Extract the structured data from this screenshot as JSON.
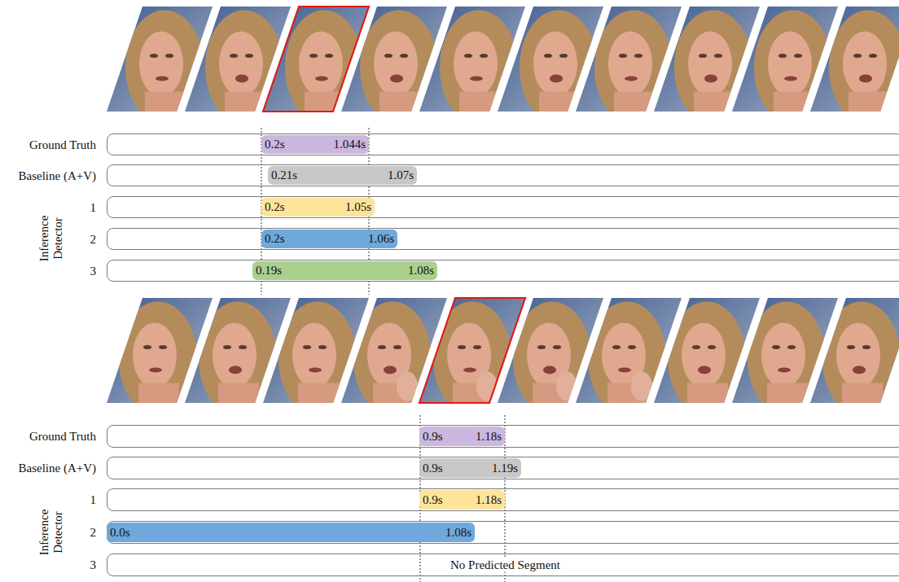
{
  "diagram": {
    "nodes": [
      {
        "text": [
          "Ground Truth"
        ]
      },
      {
        "text": [
          "0.2s",
          "1.044s"
        ],
        "in": 0
      },
      {
        "text": [
          "Baseline (A+V)"
        ]
      },
      {
        "text": [
          "0.21s",
          "1.07s"
        ],
        "in": 2
      },
      {
        "text": [
          "1"
        ]
      },
      {
        "text": [
          "0.2s",
          "1.05s"
        ],
        "in": 4
      },
      {
        "text": [
          "2"
        ]
      },
      {
        "text": [
          "0.2s",
          "1.06s"
        ],
        "in": 6
      },
      {
        "text": [
          "3"
        ]
      },
      {
        "text": [
          "0.19s",
          "1.08s"
        ],
        "in": 8
      },
      {
        "text": [
          "Ground Truth"
        ]
      },
      {
        "text": [
          "0.9s",
          "1.18s"
        ],
        "in": 10
      },
      {
        "text": [
          "Baseline (A+V)"
        ]
      },
      {
        "text": [
          "0.9s",
          "1.19s"
        ],
        "in": 12
      },
      {
        "text": [
          "1"
        ]
      },
      {
        "text": [
          "0.9s",
          "1.18s"
        ],
        "in": 14
      },
      {
        "text": [
          "2"
        ]
      },
      {
        "text": [
          "0.0s",
          "1.08s"
        ],
        "in": 16
      },
      {
        "text": [
          "3",
          "No Predicted Segment"
        ]
      }
    ],
    "labels": [
      "Inference Detector",
      "Inference Detector"
    ]
  }
}
